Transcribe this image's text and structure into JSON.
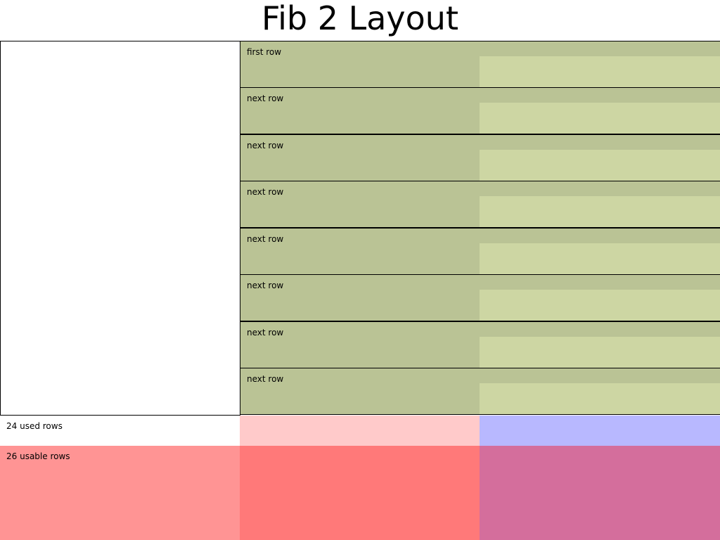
{
  "title": "Fib 2 Layout",
  "rows": [
    {
      "label": "first row"
    },
    {
      "label": "next row"
    },
    {
      "label": "next row"
    },
    {
      "label": "next row"
    },
    {
      "label": "next row"
    },
    {
      "label": "next row"
    },
    {
      "label": "next row"
    },
    {
      "label": "next row"
    }
  ],
  "footer": {
    "used_label": "24 used rows",
    "usable_label": "26 usable rows"
  },
  "colors": {
    "row_bg": "#bac395",
    "row_inner": "#cdd6a3",
    "used_mid": "#ffcaca",
    "used_right": "#b8b8ff",
    "usable_left": "#ff9494",
    "usable_mid": "#ff7979",
    "usable_right": "#d46e9c"
  }
}
